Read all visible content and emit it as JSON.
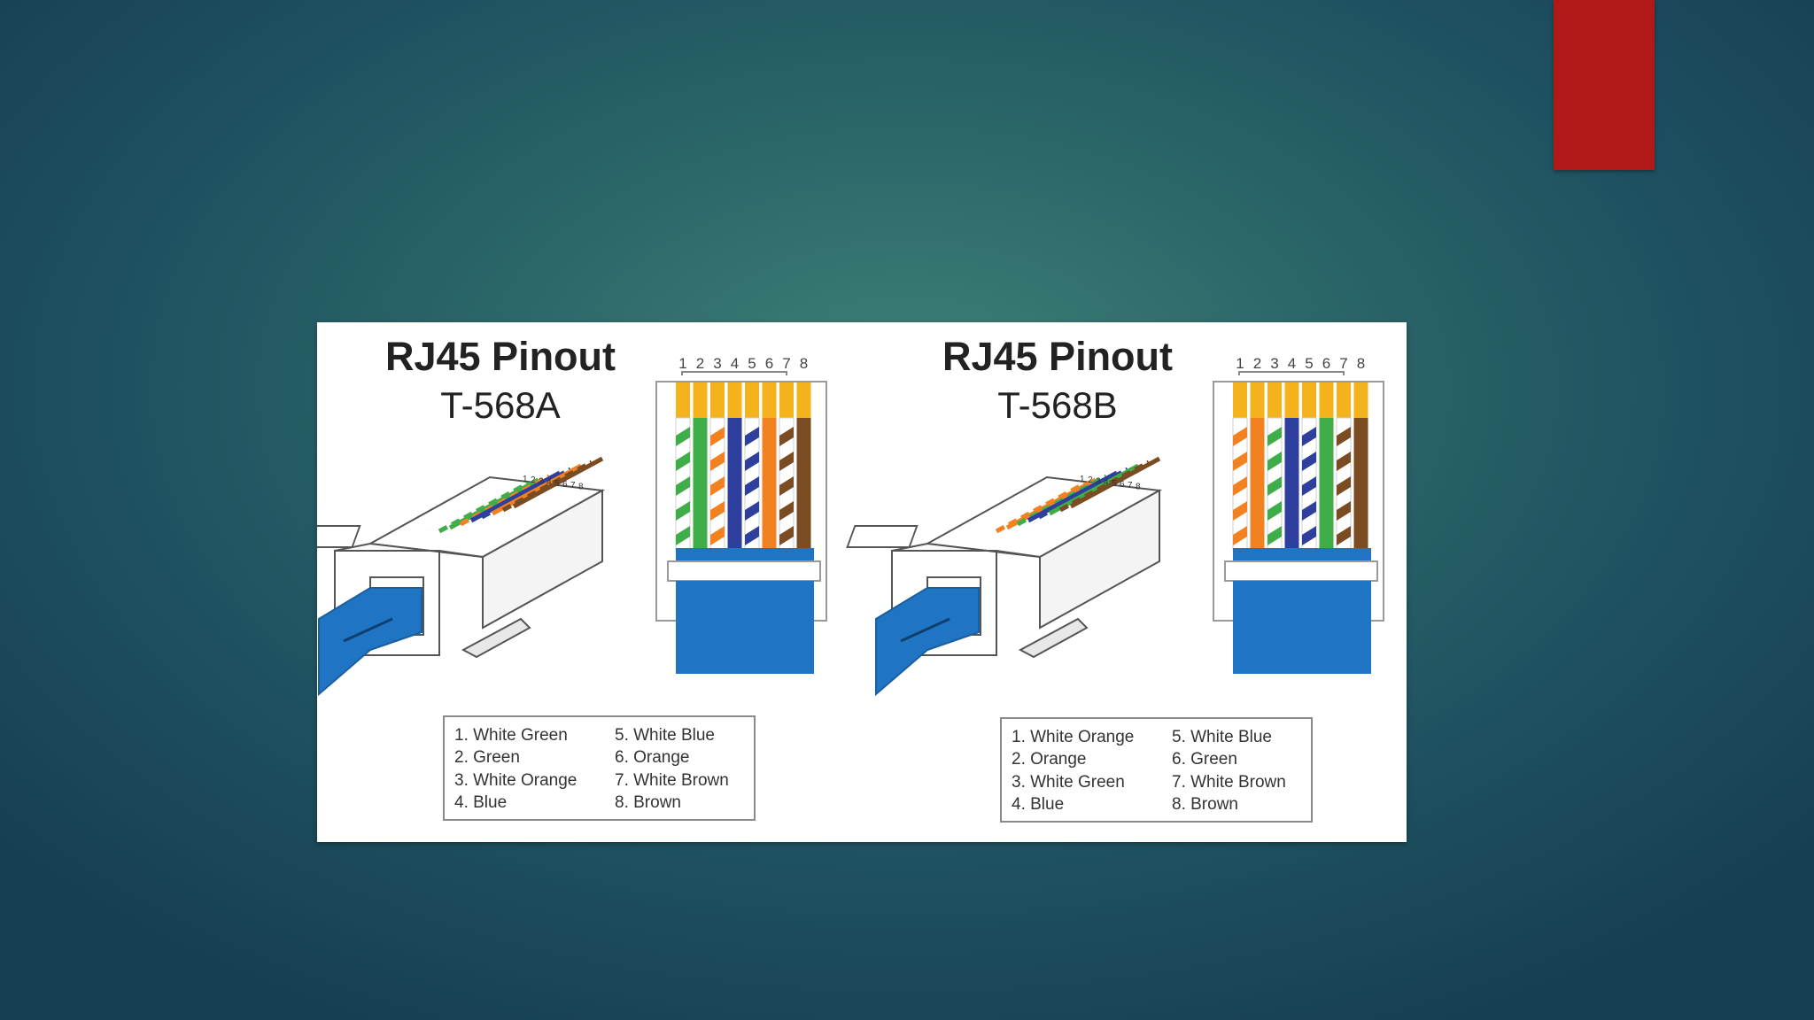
{
  "diagrams": [
    {
      "title": "RJ45 Pinout",
      "standard": "T-568A",
      "pin_numbers": [
        "1",
        "2",
        "3",
        "4",
        "5",
        "6",
        "7",
        "8"
      ],
      "wires": [
        {
          "base": "#ffffff",
          "stripe": "#3fae49"
        },
        {
          "base": "#3fae49",
          "stripe": null
        },
        {
          "base": "#ffffff",
          "stripe": "#f28221"
        },
        {
          "base": "#2e3f9e",
          "stripe": null
        },
        {
          "base": "#ffffff",
          "stripe": "#2e3f9e"
        },
        {
          "base": "#f28221",
          "stripe": null
        },
        {
          "base": "#ffffff",
          "stripe": "#7b4b22"
        },
        {
          "base": "#7b4b22",
          "stripe": null
        }
      ],
      "legend": [
        "1. White Green",
        "2. Green",
        "3. White Orange",
        "4. Blue",
        "5. White Blue",
        "6. Orange",
        "7. White Brown",
        "8. Brown"
      ]
    },
    {
      "title": "RJ45 Pinout",
      "standard": "T-568B",
      "pin_numbers": [
        "1",
        "2",
        "3",
        "4",
        "5",
        "6",
        "7",
        "8"
      ],
      "wires": [
        {
          "base": "#ffffff",
          "stripe": "#f28221"
        },
        {
          "base": "#f28221",
          "stripe": null
        },
        {
          "base": "#ffffff",
          "stripe": "#3fae49"
        },
        {
          "base": "#2e3f9e",
          "stripe": null
        },
        {
          "base": "#ffffff",
          "stripe": "#2e3f9e"
        },
        {
          "base": "#3fae49",
          "stripe": null
        },
        {
          "base": "#ffffff",
          "stripe": "#7b4b22"
        },
        {
          "base": "#7b4b22",
          "stripe": null
        }
      ],
      "legend": [
        "1. White Orange",
        "2. Orange",
        "3. White Green",
        "4. Blue",
        "5. White Blue",
        "6. Green",
        "7. White Brown",
        "8. Brown"
      ]
    }
  ],
  "colors": {
    "slide_accent": "#b11818",
    "cable": "#1f74c4",
    "contact": "#f4b31d"
  }
}
